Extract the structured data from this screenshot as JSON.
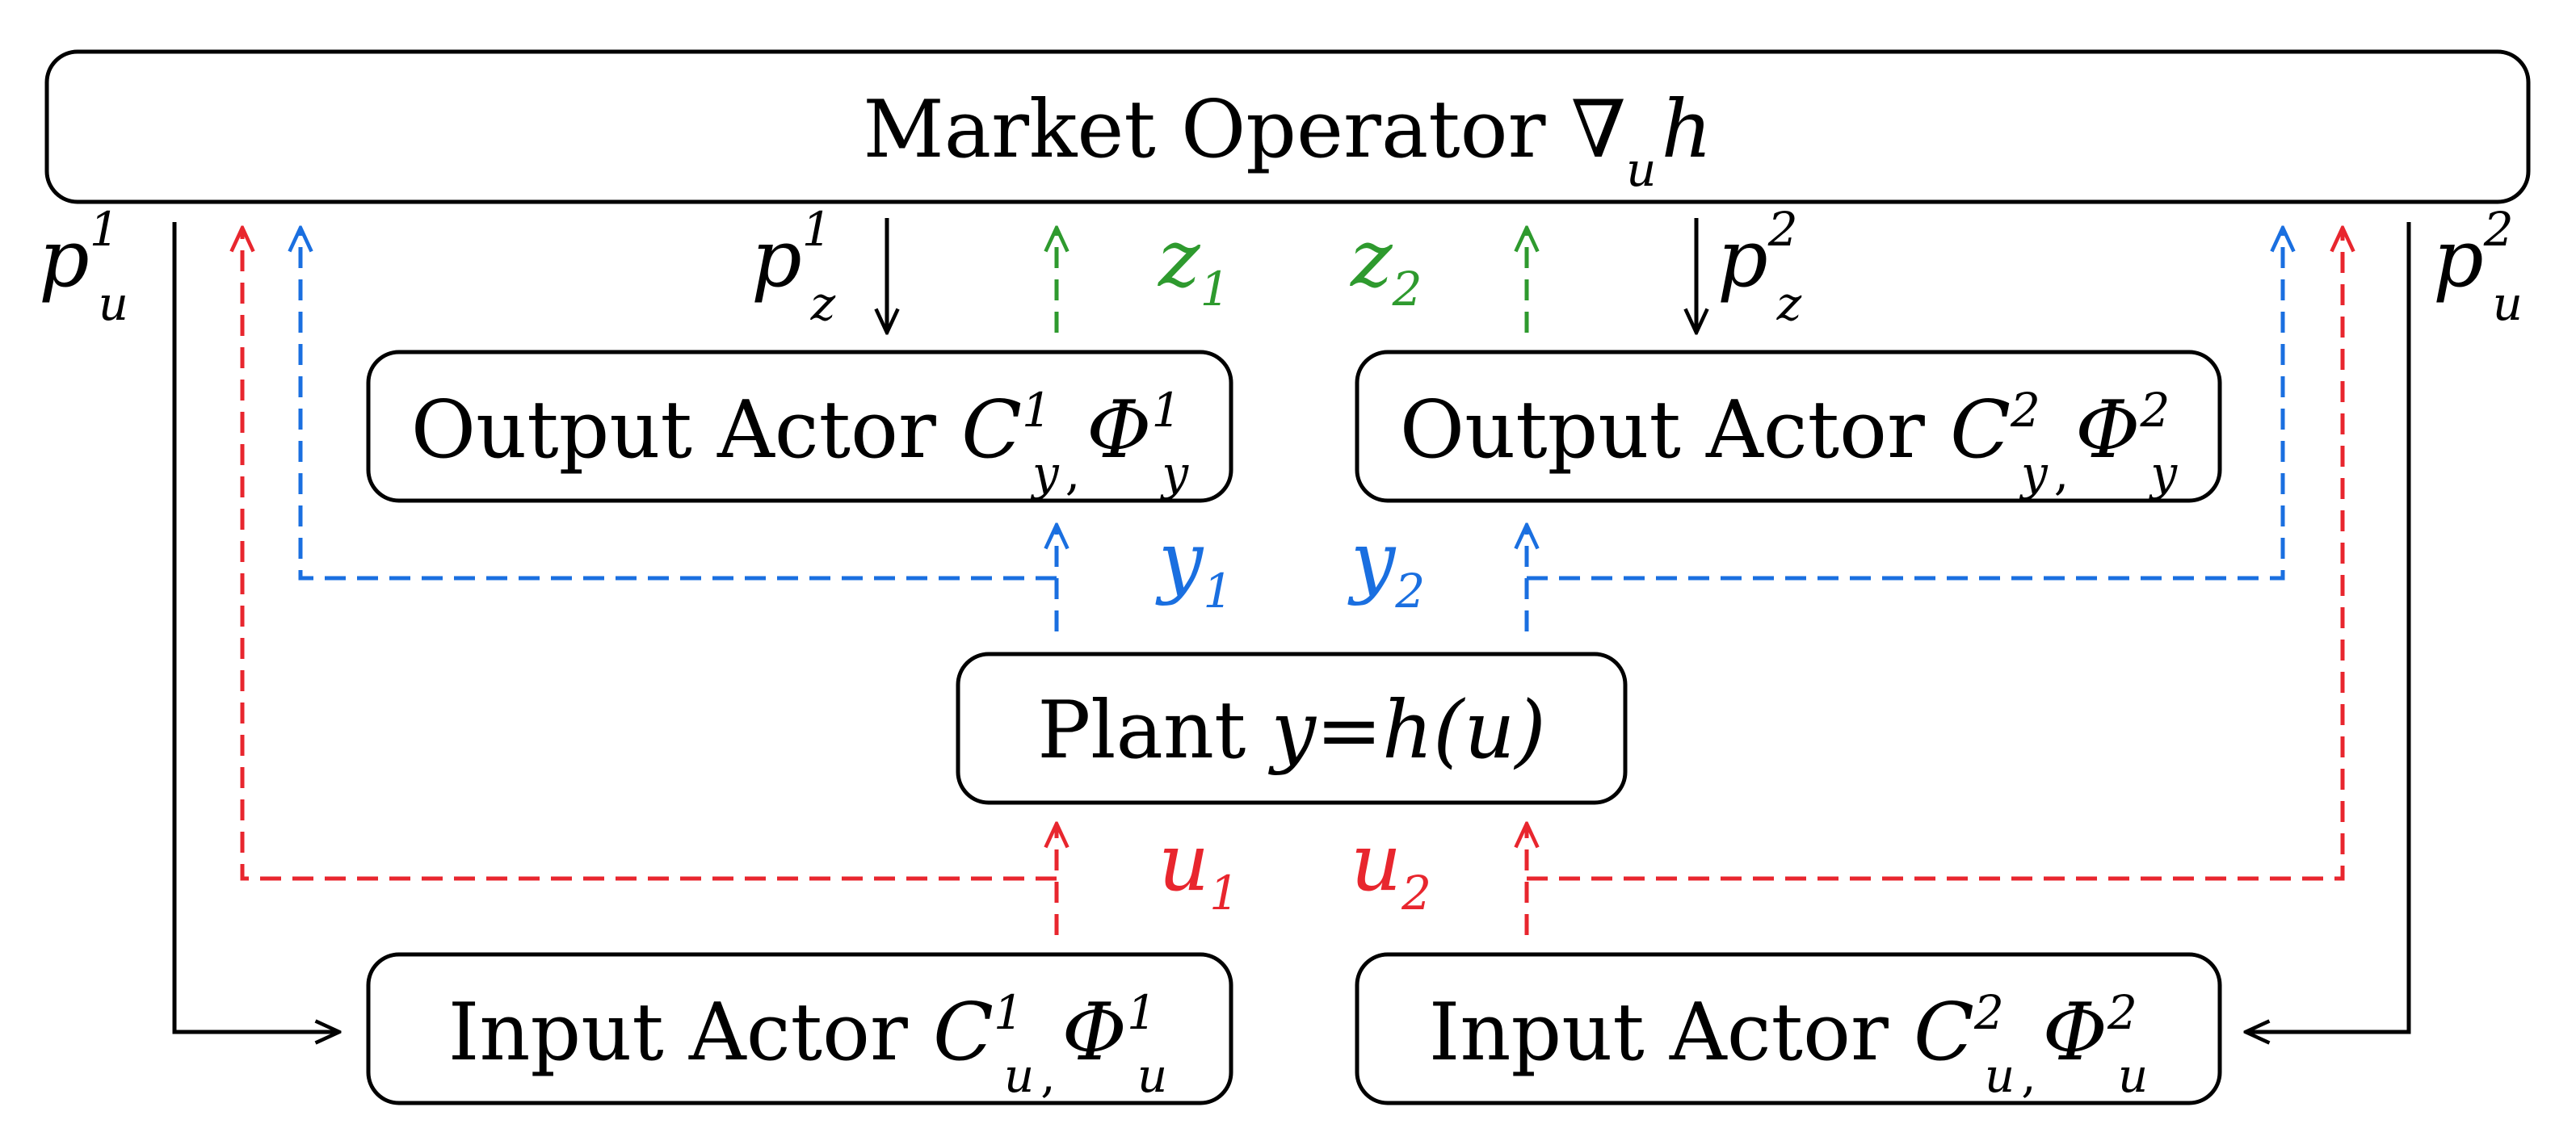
{
  "colors": {
    "black": "#000000",
    "red": "#e8262e",
    "blue": "#1a6fe0",
    "green": "#2e9a2e"
  },
  "boxes": {
    "market": {
      "text": "Market Operator ",
      "sym": "∇",
      "sub": "u",
      "tail": "h"
    },
    "out1": {
      "text": "Output Actor ",
      "c": "C",
      "csup": "1",
      "csub": "y",
      "comma": ",",
      "phi": "Φ",
      "phisup": "1",
      "phisub": "y"
    },
    "out2": {
      "text": "Output Actor ",
      "c": "C",
      "csup": "2",
      "csub": "y",
      "comma": ",",
      "phi": "Φ",
      "phisup": "2",
      "phisub": "y"
    },
    "plant": {
      "text": "Plant ",
      "eq": "y=h(u)"
    },
    "in1": {
      "text": "Input Actor ",
      "c": "C",
      "csup": "1",
      "csub": "u",
      "comma": ",",
      "phi": "Φ",
      "phisup": "1",
      "phisub": "u"
    },
    "in2": {
      "text": "Input Actor ",
      "c": "C",
      "csup": "2",
      "csub": "u",
      "comma": ",",
      "phi": "Φ",
      "phisup": "2",
      "phisub": "u"
    }
  },
  "signals": {
    "pu1": {
      "base": "p",
      "sup": "1",
      "sub": "u"
    },
    "pu2": {
      "base": "p",
      "sup": "2",
      "sub": "u"
    },
    "pz1": {
      "base": "p",
      "sup": "1",
      "sub": "z"
    },
    "pz2": {
      "base": "p",
      "sup": "2",
      "sub": "z"
    },
    "z1": {
      "base": "z",
      "sub": "1"
    },
    "z2": {
      "base": "z",
      "sub": "2"
    },
    "y1": {
      "base": "y",
      "sub": "1"
    },
    "y2": {
      "base": "y",
      "sub": "2"
    },
    "u1": {
      "base": "u",
      "sub": "1"
    },
    "u2": {
      "base": "u",
      "sub": "2"
    }
  }
}
